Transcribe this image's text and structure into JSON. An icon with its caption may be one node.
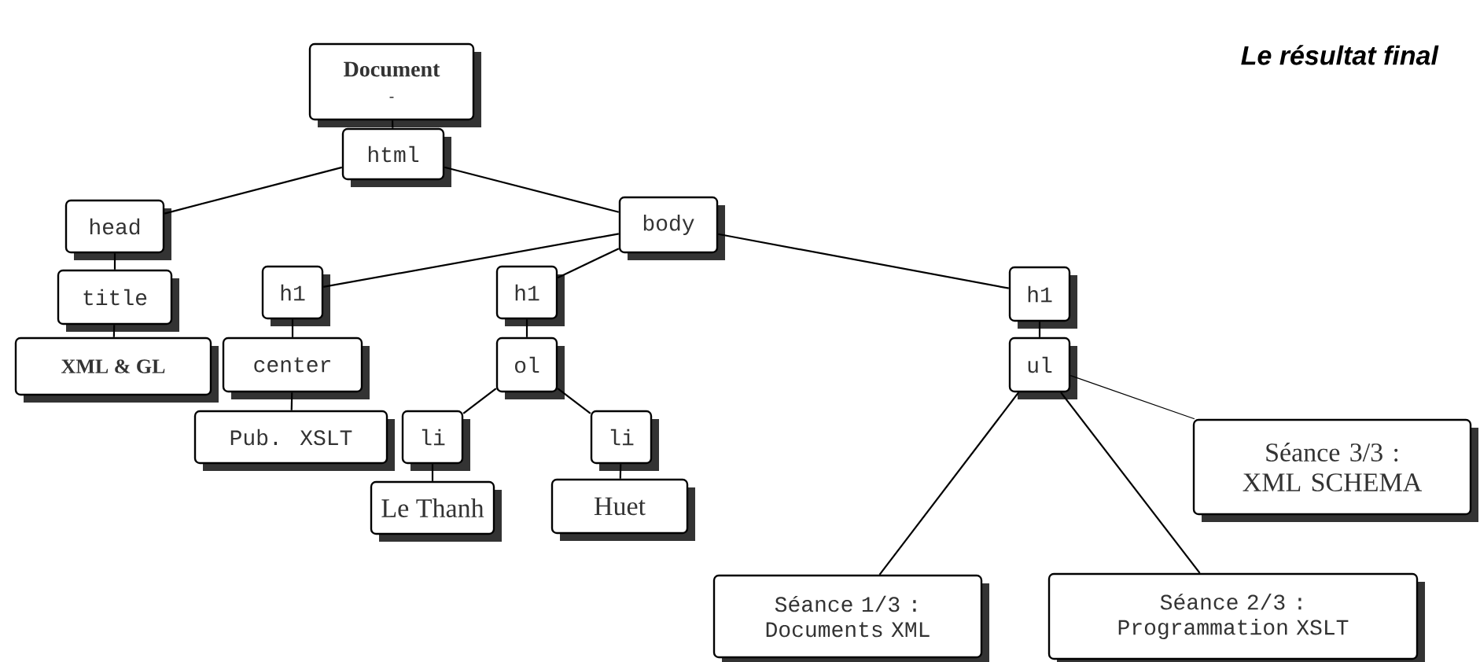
{
  "diagram": {
    "title": "Le résultat final",
    "nodes": [
      {
        "text": [
          "Document",
          "-"
        ]
      },
      {
        "text": [
          "html"
        ]
      },
      {
        "text": [
          "head"
        ]
      },
      {
        "text": [
          "body"
        ]
      },
      {
        "text": [
          "title"
        ]
      },
      {
        "text": [
          "h1"
        ]
      },
      {
        "text": [
          "h1"
        ]
      },
      {
        "text": [
          "h1"
        ]
      },
      {
        "text": [
          "XML & GL"
        ]
      },
      {
        "text": [
          "center"
        ]
      },
      {
        "text": [
          "ol"
        ]
      },
      {
        "text": [
          "ul"
        ]
      },
      {
        "text": [
          "Séance 3/3 : XML SCHEMA"
        ]
      },
      {
        "text": [
          "Pub. XSLT"
        ]
      },
      {
        "text": [
          "li"
        ]
      },
      {
        "text": [
          "li"
        ]
      },
      {
        "text": [
          "Le Thanh"
        ]
      },
      {
        "text": [
          "Huet"
        ]
      },
      {
        "text": [
          "Séance 1/3 : Documents XML"
        ]
      },
      {
        "text": [
          "Séance 2/3 : Programmation XSLT"
        ]
      }
    ],
    "edges": [
      {
        "from": 0,
        "to": 1,
        "arrow": "none"
      },
      {
        "from": 1,
        "to": 2,
        "arrow": "none"
      },
      {
        "from": 1,
        "to": 3,
        "arrow": "none"
      },
      {
        "from": 2,
        "to": 4,
        "arrow": "none"
      },
      {
        "from": 3,
        "to": 5,
        "arrow": "none"
      },
      {
        "from": 3,
        "to": 6,
        "arrow": "none"
      },
      {
        "from": 3,
        "to": 7,
        "arrow": "none"
      },
      {
        "from": 4,
        "to": 8,
        "arrow": "none"
      },
      {
        "from": 5,
        "to": 9,
        "arrow": "none"
      },
      {
        "from": 6,
        "to": 10,
        "arrow": "none"
      },
      {
        "from": 7,
        "to": 11,
        "arrow": "none"
      },
      {
        "from": 9,
        "to": 13,
        "arrow": "none"
      },
      {
        "from": 10,
        "to": 14,
        "arrow": "none"
      },
      {
        "from": 10,
        "to": 15,
        "arrow": "none"
      },
      {
        "from": 14,
        "to": 16,
        "arrow": "none"
      },
      {
        "from": 15,
        "to": 17,
        "arrow": "none"
      },
      {
        "from": 11,
        "to": 18,
        "arrow": "none"
      },
      {
        "from": 11,
        "to": 19,
        "arrow": "none"
      },
      {
        "from": 11,
        "to": 12,
        "arrow": "none"
      }
    ]
  }
}
